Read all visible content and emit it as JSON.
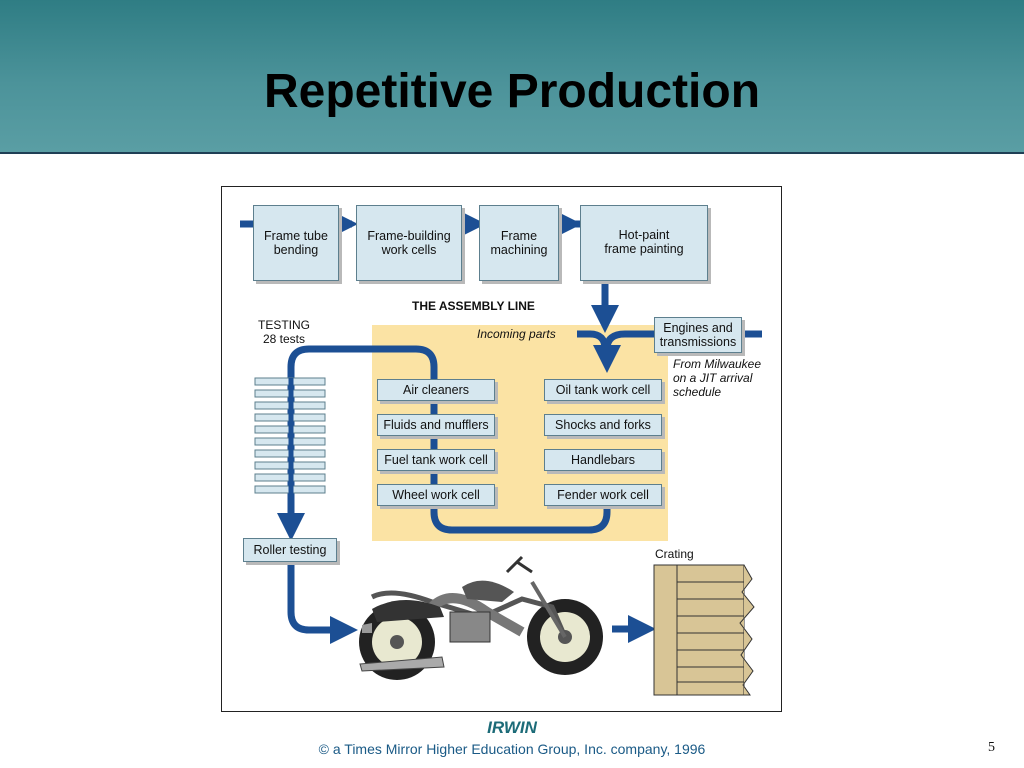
{
  "slide": {
    "title": "Repetitive Production",
    "brand": "IRWIN",
    "copyright": "© a Times Mirror Higher Education Group, Inc. company, 1996",
    "page_number": "5"
  },
  "diagram": {
    "top_processes": [
      "Frame tube\nbending",
      "Frame-building\nwork cells",
      "Frame\nmachining",
      "Hot-paint\nframe painting"
    ],
    "assembly_title": "THE ASSEMBLY LINE",
    "incoming_parts": "Incoming parts",
    "engines": "Engines and\ntransmissions",
    "milwaukee_note": "From Milwaukee\non a JIT arrival\nschedule",
    "testing": "TESTING\n28 tests",
    "left_cells": [
      "Air cleaners",
      "Fluids and mufflers",
      "Fuel tank work cell",
      "Wheel work cell"
    ],
    "right_cells": [
      "Oil tank work cell",
      "Shocks and forks",
      "Handlebars",
      "Fender work cell"
    ],
    "roller_testing": "Roller testing",
    "crating": "Crating",
    "colors": {
      "arrow": "#1c4f94",
      "box": "#d6e7ef",
      "assembly_area": "#fbe3a4",
      "crate": "#d8c596"
    }
  }
}
